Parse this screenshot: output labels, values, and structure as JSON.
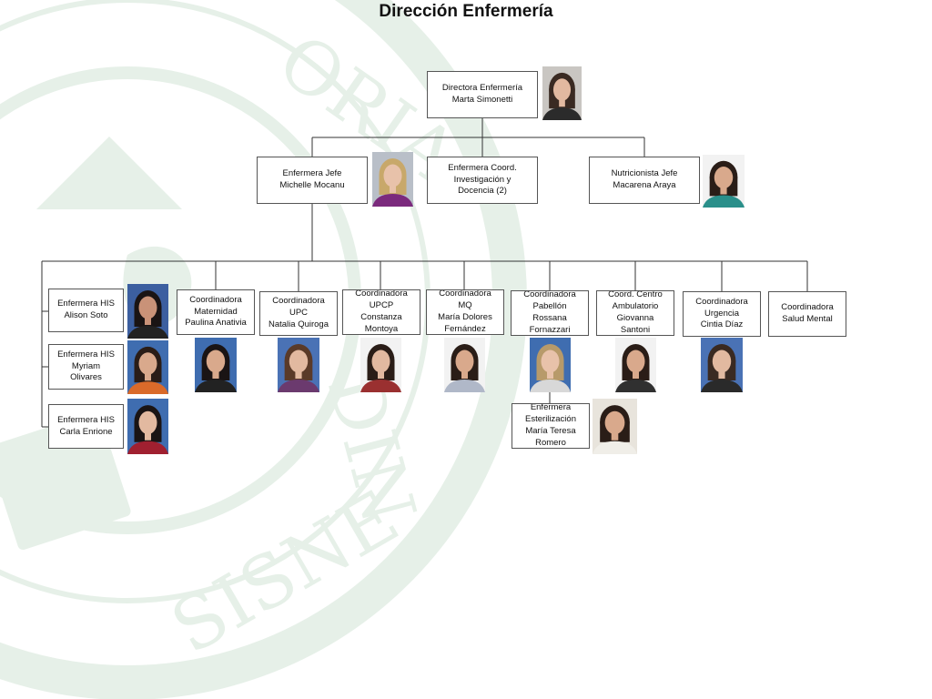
{
  "title": "Dirección Enfermería",
  "watermark": {
    "label": "university seal watermark",
    "color": "#e8f1ea"
  },
  "nodes": {
    "directora": {
      "line1": "Directora Enfermería",
      "line2": "Marta Simonetti"
    },
    "jefe": {
      "line1": "Enfermera Jefe",
      "line2": "Michelle Mocanu"
    },
    "investigacion": {
      "line1": "Enfermera Coord.",
      "line2": "Investigación y",
      "line3": "Docencia (2)"
    },
    "nutricionista": {
      "line1": "Nutricionista Jefe",
      "line2": "Macarena Araya"
    },
    "his1": {
      "line1": "Enfermera HIS",
      "line2": "Alison Soto"
    },
    "his2": {
      "line1": "Enfermera HIS",
      "line2": "Myriam",
      "line3": "Olivares"
    },
    "his3": {
      "line1": "Enfermera HIS",
      "line2": "Carla Enrione"
    },
    "maternidad": {
      "line1": "Coordinadora",
      "line2": "Maternidad",
      "line3": "Paulina Anativia"
    },
    "upc": {
      "line1": "Coordinadora",
      "line2": "UPC",
      "line3": "Natalia Quiroga"
    },
    "upcp": {
      "line1": "Coordinadora",
      "line2": "UPCP",
      "line3": "Constanza",
      "line4": "Montoya"
    },
    "mq": {
      "line1": "Coordinadora",
      "line2": "MQ",
      "line3": "María Dolores",
      "line4": "Fernández"
    },
    "pabellon": {
      "line1": "Coordinadora",
      "line2": "Pabellón",
      "line3": "Rossana",
      "line4": "Fornazzari"
    },
    "ambulatorio": {
      "line1": "Coord. Centro",
      "line2": "Ambulatorio",
      "line3": "Giovanna",
      "line4": "Santoni"
    },
    "urgencia": {
      "line1": "Coordinadora",
      "line2": "Urgencia",
      "line3": "Cintia Díaz"
    },
    "salud_mental": {
      "line1": "Coordinadora",
      "line2": "Salud Mental"
    },
    "esterilizacion": {
      "line1": "Enfermera",
      "line2": "Esterilización",
      "line3": "María Teresa",
      "line4": "Romero"
    }
  },
  "photos": {
    "directora": {
      "hair": "#3a2a22",
      "skin": "#e2b9a0",
      "bg": "#c9c6c2",
      "top": "#2b2b2b"
    },
    "jefe": {
      "hair": "#c8a86a",
      "skin": "#e8c2aa",
      "bg": "#b9bfc8",
      "top": "#7b2a7d"
    },
    "nutricionista": {
      "hair": "#2a1d17",
      "skin": "#d9a98c",
      "bg": "#f2f2f2",
      "top": "#2a8f8a"
    },
    "his1": {
      "hair": "#1a1414",
      "skin": "#c99278",
      "bg": "#3c5fa0",
      "top": "#222222"
    },
    "his2": {
      "hair": "#2a1d17",
      "skin": "#d9a98c",
      "bg": "#3f6db0",
      "top": "#d96a2a"
    },
    "his3": {
      "hair": "#1a1414",
      "skin": "#e2b9a0",
      "bg": "#3f6db0",
      "top": "#a02030"
    },
    "maternidad": {
      "hair": "#1a1414",
      "skin": "#d9a98c",
      "bg": "#3f6db0",
      "top": "#222222"
    },
    "upc": {
      "hair": "#5a3a28",
      "skin": "#e2b9a0",
      "bg": "#4a72b5",
      "top": "#6b3a6e"
    },
    "upcp": {
      "hair": "#2a1d17",
      "skin": "#e2b9a0",
      "bg": "#f2f2f2",
      "top": "#9a3030"
    },
    "mq": {
      "hair": "#2a1d17",
      "skin": "#d9a98c",
      "bg": "#f2f2f2",
      "top": "#b0b8c8"
    },
    "pabellon": {
      "hair": "#b79a6a",
      "skin": "#e8c2aa",
      "bg": "#3f6db0",
      "top": "#d8d8d8"
    },
    "ambulatorio": {
      "hair": "#2a1d17",
      "skin": "#d9a98c",
      "bg": "#f2f2f2",
      "top": "#303030"
    },
    "urgencia": {
      "hair": "#3a2a22",
      "skin": "#e2b9a0",
      "bg": "#4a72b5",
      "top": "#2a2a2a"
    },
    "esterilizacion": {
      "hair": "#2a1d17",
      "skin": "#d9a98c",
      "bg": "#e8e4dc",
      "top": "#f0eee8"
    }
  }
}
